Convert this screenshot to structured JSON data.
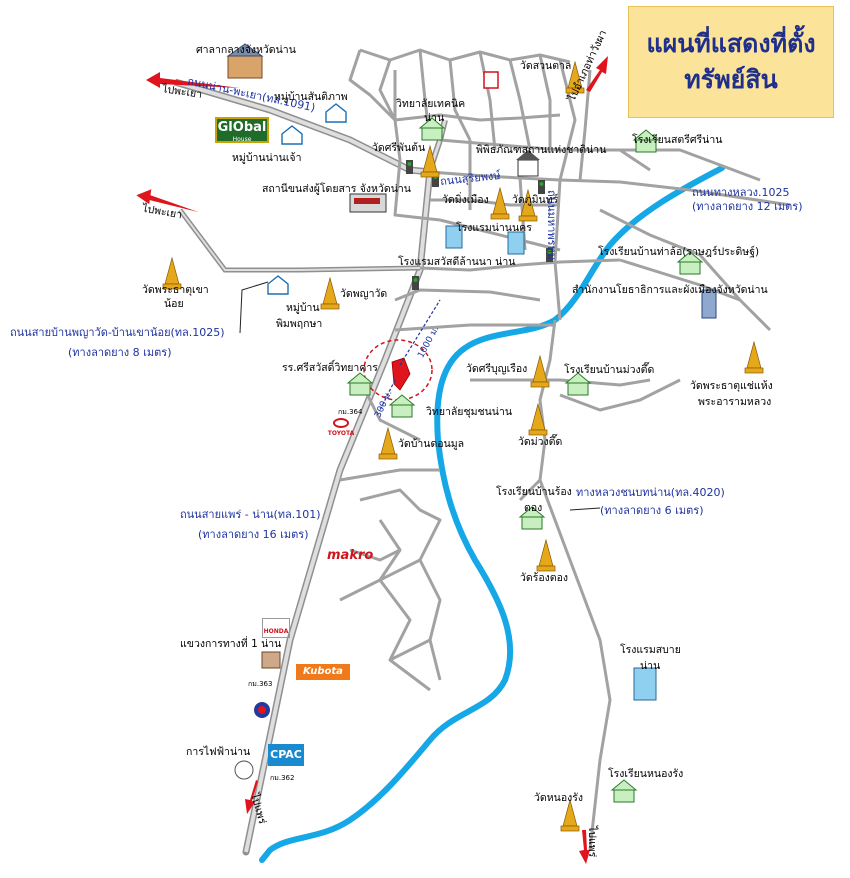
{
  "title": {
    "line1": "แผนที่แสดงที่ตั้ง",
    "line2": "ทรัพย์สิน"
  },
  "colors": {
    "road": "#999999",
    "river": "#15a7e6",
    "arrow": "#e0141c",
    "label_blue": "#1f33a0",
    "title_bg": "#fbe39a"
  },
  "directions": {
    "phayao1": "ไปพะเยา",
    "phayao2": "ไปพะเยา",
    "thawangpha": "ไปอำเภอท่าวังผา",
    "phrae1": "ไปแพร่",
    "phrae2": "ไปแพร่"
  },
  "roads": {
    "nan_phayao": "ถนนน่าน-พะเยา(ทล.1091)",
    "suriyaphong": "ถนนสุริยพงษ์",
    "mahaprom": "ถนนมหาพรหม",
    "luang_name": "ถนนทางหลวง.1025",
    "luang_width": "(ทางลาดยาง 12 เมตร)",
    "payawat_name": "ถนนสายบ้านพญาวัด-บ้านเขาน้อย(ทล.1025)",
    "payawat_width": "(ทางลาดยาง 8 เมตร)",
    "phrae_nan_name": "ถนนสายแพร่ - น่าน(ทล.101)",
    "phrae_nan_width": "(ทางลาดยาง 16 เมตร)",
    "chonnabot_name": "ทางหลวงชนบทน่าน(ทล.4020)",
    "chonnabot_width": "(ทางลาดยาง 6 เมตร)"
  },
  "distances": {
    "d1": "1000 ม.",
    "d2": "300 ม."
  },
  "places": {
    "city_hall": "ศาลากลางจังหวัดน่าน",
    "ban_sanmetta": "หมู่บ้านสันติภาพ",
    "ban_nanchao": "หมู่บ้านน่านเจ้า",
    "tech_college": "วิทยาลัยเทคนิค",
    "tech_college2": "น่าน",
    "wat_sri_phanton": "วัดศรีพันต้น",
    "museum": "พิพิธภัณฑสถานแห่งชาติน่าน",
    "wat_suan_tan": "วัดสวนตาล",
    "school_satri": "โรงเรียนสตรีศรีน่าน",
    "bus_station": "สถานีขนส่งผู้โดยสาร จังหวัดน่าน",
    "wat_ming_mueang": "วัดมิ่งเมือง",
    "wat_phumin": "วัดภูมินทร์",
    "hotel_nankrai": "โรงแรมน่านนคร",
    "hotel_sawatdi": "โรงแรมสวัสดีล้านนา น่าน",
    "school_thalo": "โรงเรียนบ้านท่าล้อ(ราษฎร์ประดิษฐ์)",
    "office_public": "สำนักงานโยธาธิการและผังเมืองจังหวัดน่าน",
    "wat_khao_noi": "วัดพระธาตุเขา",
    "wat_khao_noi2": "น้อย",
    "wat_phaya_wat": "วัดพญาวัด",
    "ban_phimphrueksa": "หมู่บ้าน",
    "ban_phimphrueksa2": "พิมพฤกษา",
    "school_sri_sawat": "รร.ศรีสวัสดิ์วิทยาคาร",
    "wat_sri_bunrueang": "วัดศรีบุญเรือง",
    "school_muang_tued": "โรงเรียนบ้านม่วงตึ๊ด",
    "wat_chae_haeng": "วัดพระธาตุแช่แห้ง",
    "wat_chae_haeng2": "พระอารามหลวง",
    "community_college": "วิทยาลัยชุมชนน่าน",
    "wat_muang_tued": "วัดม่วงตึ๊ด",
    "wat_don_mun": "วัดบ้านดอนมูล",
    "school_rong_tong": "โรงเรียนบ้านร้อง",
    "school_rong_tong2": "ตอง",
    "wat_rong_tong": "วัดร้องตอง",
    "highway_office": "แขวงการทางที่ 1 น่าน",
    "hotel_sabai": "โรงแรมสบาย",
    "hotel_sabai2": "น่าน",
    "electricity": "การไฟฟ้าน่าน",
    "school_nong_rang": "โรงเรียนหนองรัง",
    "wat_nong_rang": "วัดหนองรัง"
  },
  "markers": {
    "km1": "กม.364",
    "km2": "กม.363",
    "km3": "กม.362"
  },
  "logos": {
    "global": "GlObal",
    "global_sub": "House",
    "toyota": "TOYOTA",
    "makro": "makro",
    "honda": "HONDA",
    "kubota": "Kubota",
    "cpac": "CPAC"
  }
}
